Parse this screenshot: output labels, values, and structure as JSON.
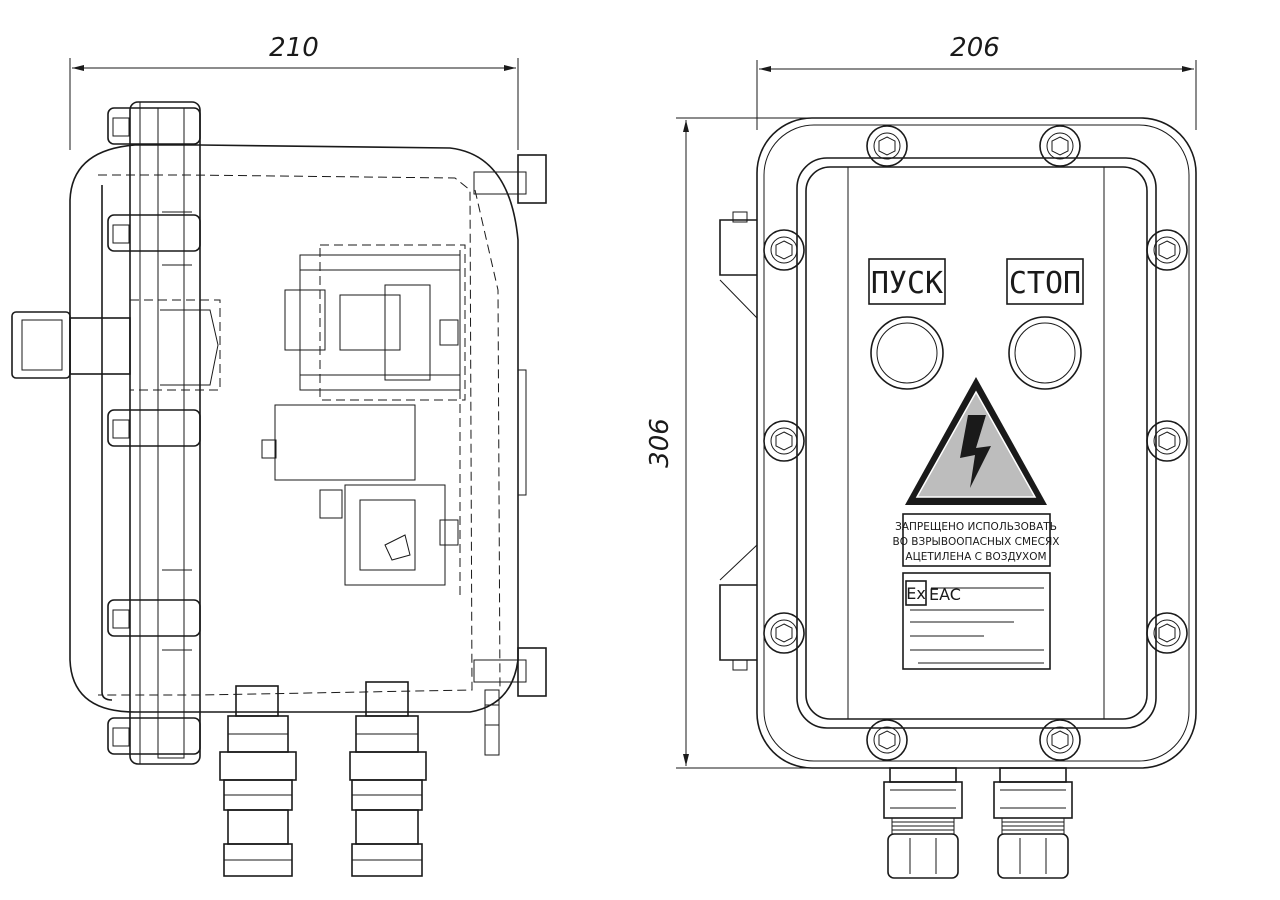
{
  "dimensions": {
    "side_width": "210",
    "front_width": "206",
    "height": "306"
  },
  "front_panel": {
    "start_label": "ПУСК",
    "stop_label": "СТОП",
    "warning_lines": [
      "ЗАПРЕЩЕНО ИСПОЛЬЗОВАТЬ",
      "ВО ВЗРЫВООПАСНЫХ СМЕСЯХ",
      "АЦЕТИЛЕНА С ВОЗДУХОМ"
    ],
    "ex_mark": "Ex",
    "eac_mark": "EAC"
  },
  "colors": {
    "line": "#1a1a1a",
    "warning_fill": "#bdbdbd"
  }
}
